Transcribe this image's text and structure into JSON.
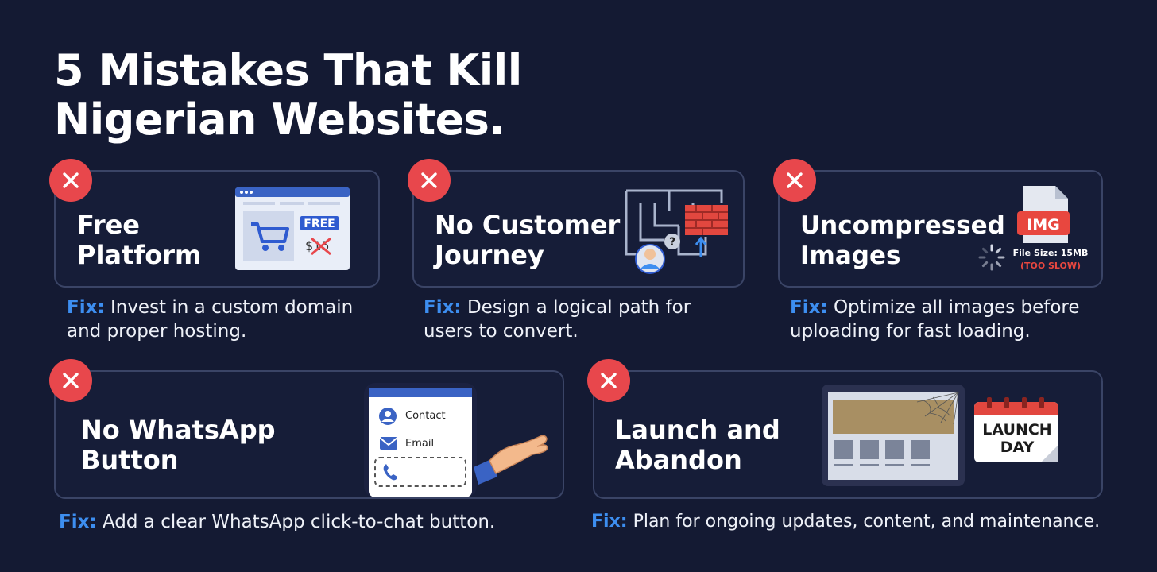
{
  "title_line1": "5 Mistakes That Kill",
  "title_line2": "Nigerian Websites.",
  "fix_label": "Fix:",
  "cards": [
    {
      "title": "Free\nPlatform",
      "fix_line1": "Invest in a custom domain",
      "fix_line2": "and proper hosting.",
      "illus": {
        "tag": "FREE",
        "price": "$15"
      }
    },
    {
      "title": "No Customer\nJourney",
      "fix_line1": "Design a logical path for",
      "fix_line2": "users to convert.",
      "illus": {
        "question": "?"
      }
    },
    {
      "title": "Uncompressed\nImages",
      "fix_line1": "Optimize all images before",
      "fix_line2": "uploading for fast loading.",
      "illus": {
        "file_tag": "IMG",
        "size": "File Size: 15MB",
        "status": "(TOO SLOW)"
      }
    },
    {
      "title": "No WhatsApp\nButton",
      "fix_line1": "Add a clear WhatsApp click-to-chat button.",
      "illus": {
        "contact": "Contact",
        "email": "Email"
      }
    },
    {
      "title": "Launch and\nAbandon",
      "fix_line1": "Plan for ongoing updates, content, and maintenance.",
      "illus": {
        "calendar_line1": "LAUNCH",
        "calendar_line2": "DAY"
      }
    }
  ],
  "colors": {
    "background": "#141a33",
    "accent_red": "#e8474c",
    "fix_blue": "#3d8ef0",
    "card_border": "#3a4466"
  },
  "icons": [
    "close-icon",
    "shopping-cart-icon",
    "maze-icon",
    "brick-wall-icon",
    "user-icon",
    "image-file-icon",
    "loading-spinner-icon",
    "phone-icon",
    "hand-icon",
    "laptop-icon",
    "cobweb-icon",
    "calendar-icon"
  ]
}
